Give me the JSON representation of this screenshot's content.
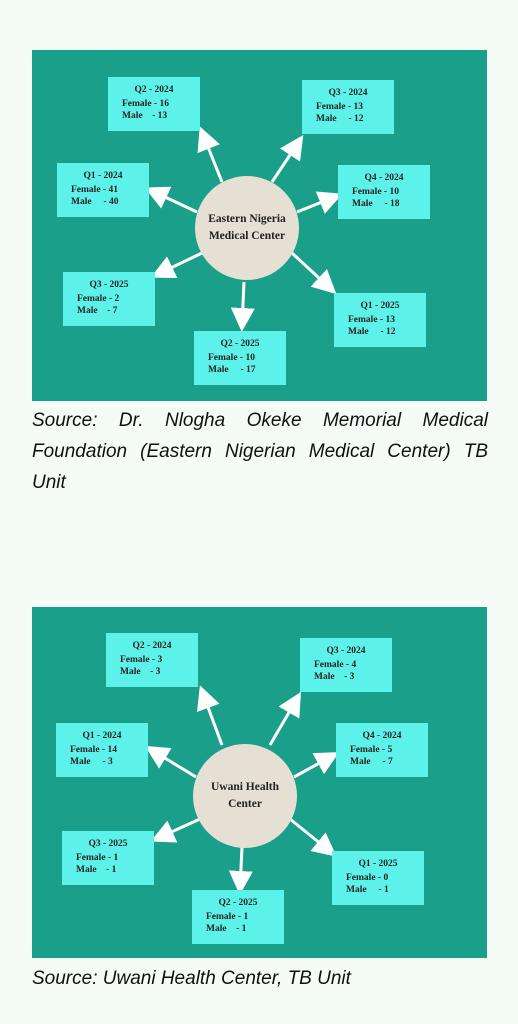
{
  "diagrams": [
    {
      "hub": "Eastern Nigeria Medical Center",
      "nodes": [
        {
          "period": "Q2 - 2024",
          "female": "Female - 16",
          "male": "Male    - 13"
        },
        {
          "period": "Q3 - 2024",
          "female": "Female - 13",
          "male": "Male     - 12"
        },
        {
          "period": "Q1 - 2024",
          "female": "Female - 41",
          "male": "Male     - 40"
        },
        {
          "period": "Q4 - 2024",
          "female": "Female - 10",
          "male": "Male     - 18"
        },
        {
          "period": "Q3 - 2025",
          "female": "Female - 2",
          "male": "Male    - 7"
        },
        {
          "period": "Q1 - 2025",
          "female": "Female - 13",
          "male": "Male     - 12"
        },
        {
          "period": "Q2 - 2025",
          "female": "Female - 10",
          "male": "Male     - 17"
        }
      ],
      "source": "Source: Dr. Nlogha Okeke Memorial Medical Foundation (Eastern Nigerian Medical Center) TB Unit"
    },
    {
      "hub": "Uwani Health Center",
      "nodes": [
        {
          "period": "Q2 - 2024",
          "female": "Female - 3",
          "male": "Male    - 3"
        },
        {
          "period": "Q3 - 2024",
          "female": "Female - 4",
          "male": "Male    - 3"
        },
        {
          "period": "Q1 - 2024",
          "female": "Female - 14",
          "male": "Male     - 3"
        },
        {
          "period": "Q4 - 2024",
          "female": "Female - 5",
          "male": "Male     - 7"
        },
        {
          "period": "Q3 - 2025",
          "female": "Female - 1",
          "male": "Male    - 1"
        },
        {
          "period": "Q1 - 2025",
          "female": "Female - 0",
          "male": "Male     - 1"
        },
        {
          "period": "Q2 - 2025",
          "female": "Female - 1",
          "male": "Male    - 1"
        }
      ],
      "source": "Source: Uwani Health Center, TB Unit"
    }
  ]
}
